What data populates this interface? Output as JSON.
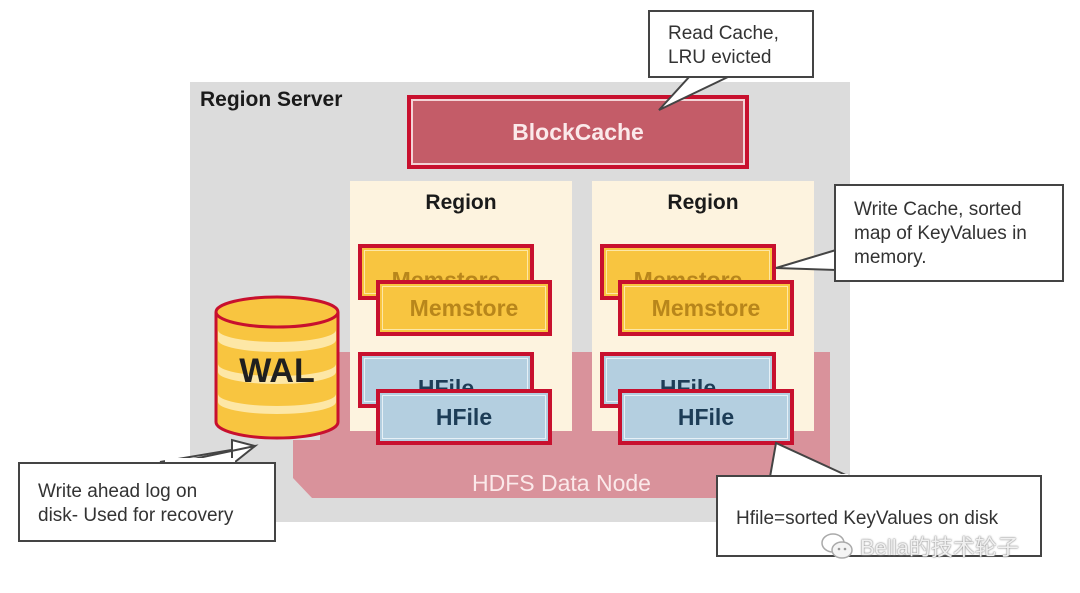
{
  "diagram": {
    "region_server": {
      "label": "Region Server"
    },
    "block_cache": {
      "label": "BlockCache"
    },
    "hdfs": {
      "label": "HDFS Data Node"
    },
    "wal": {
      "label": "WAL"
    },
    "regions": [
      {
        "label": "Region",
        "memstores": [
          "Memstore",
          "Memstore"
        ],
        "hfiles": [
          "HFile",
          "HFile"
        ]
      },
      {
        "label": "Region",
        "memstores": [
          "Memstore",
          "Memstore"
        ],
        "hfiles": [
          "HFile",
          "HFile"
        ]
      }
    ],
    "callouts": {
      "read_cache": [
        "Read Cache,",
        "LRU evicted"
      ],
      "write_cache": [
        "Write Cache, sorted",
        "map of KeyValues in",
        "memory."
      ],
      "wal": [
        "Write ahead log on",
        "disk- Used for recovery"
      ],
      "hfile": [
        "Hfile=sorted KeyValues on disk"
      ]
    },
    "watermark": {
      "icon": "wechat-icon",
      "text": "Bella的技术轮子"
    },
    "colors": {
      "server_bg": "#dcdcdc",
      "accent_red": "#c8102e",
      "block_cache": "#c45c68",
      "hdfs": "#d9929b",
      "region_bg": "#fdf3df",
      "memstore": "#f8c540",
      "hfile": "#b4cfe0"
    }
  }
}
